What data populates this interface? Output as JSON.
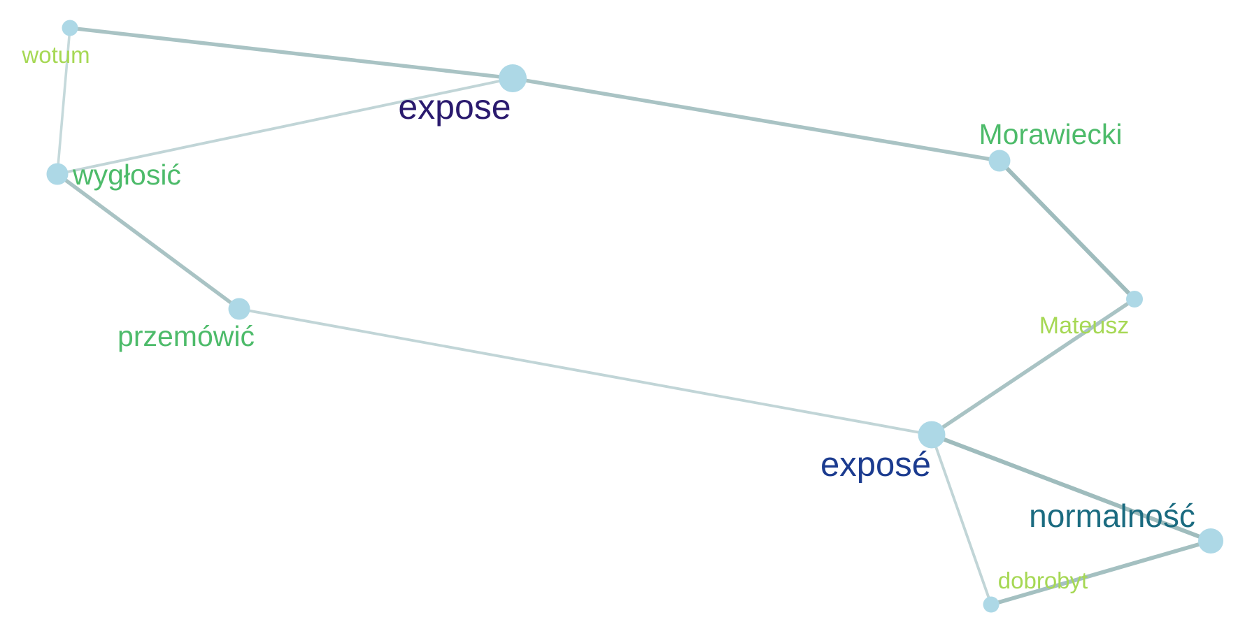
{
  "nodes": [
    {
      "id": "expose",
      "label": "expose",
      "weight": 1.0,
      "color": "#2a1a6e"
    },
    {
      "id": "wotum",
      "label": "wotum",
      "weight": 0.15,
      "color": "#a6d854"
    },
    {
      "id": "wyglosic",
      "label": "wygłosić",
      "weight": 0.55,
      "color": "#4dbb6a"
    },
    {
      "id": "przemowic",
      "label": "przemówić",
      "weight": 0.55,
      "color": "#4dbb6a"
    },
    {
      "id": "morawiecki",
      "label": "Morawiecki",
      "weight": 0.55,
      "color": "#4dbb6a"
    },
    {
      "id": "mateusz",
      "label": "Mateusz",
      "weight": 0.2,
      "color": "#a6d854"
    },
    {
      "id": "expose2",
      "label": "exposé",
      "weight": 0.95,
      "color": "#1b3b8f"
    },
    {
      "id": "normalnosc",
      "label": "normalność",
      "weight": 0.8,
      "color": "#1b6b80"
    },
    {
      "id": "dobrobyt",
      "label": "dobrobyt",
      "weight": 0.15,
      "color": "#a6d854"
    }
  ],
  "edges": [
    {
      "source": "wotum",
      "target": "expose",
      "strength": 0.8
    },
    {
      "source": "wotum",
      "target": "wyglosic",
      "strength": 0.2
    },
    {
      "source": "wyglosic",
      "target": "expose",
      "strength": 0.3
    },
    {
      "source": "expose",
      "target": "morawiecki",
      "strength": 0.8
    },
    {
      "source": "wyglosic",
      "target": "przemowic",
      "strength": 0.8
    },
    {
      "source": "przemowic",
      "target": "expose2",
      "strength": 0.3
    },
    {
      "source": "morawiecki",
      "target": "mateusz",
      "strength": 1.0
    },
    {
      "source": "mateusz",
      "target": "expose2",
      "strength": 0.8
    },
    {
      "source": "expose2",
      "target": "normalnosc",
      "strength": 1.0
    },
    {
      "source": "expose2",
      "target": "dobrobyt",
      "strength": 0.3
    },
    {
      "source": "dobrobyt",
      "target": "normalnosc",
      "strength": 0.9
    }
  ]
}
